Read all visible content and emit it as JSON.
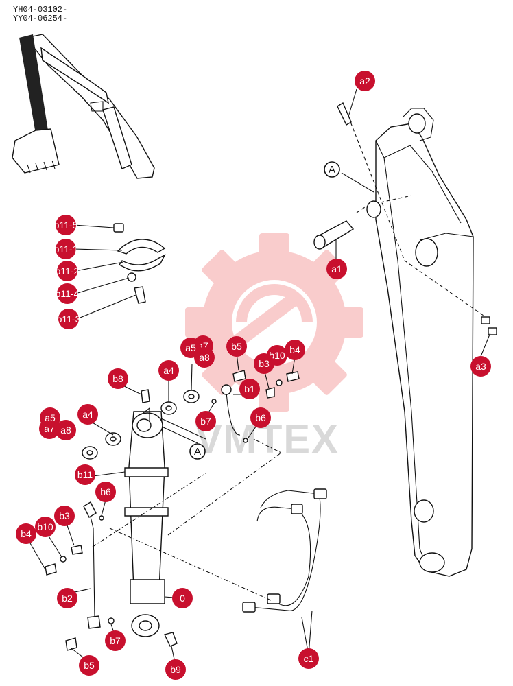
{
  "serials": [
    "YH04-03102-",
    "YY04-06254-"
  ],
  "watermark": {
    "text": "VMTEX",
    "color": "#f5a3a3"
  },
  "colors": {
    "badge": "#c8102e",
    "badge_text": "#ffffff",
    "line": "#111111"
  },
  "ref_labels": [
    {
      "id": "ref-a-top",
      "text": "A"
    },
    {
      "id": "ref-a-cyl",
      "text": "A"
    }
  ],
  "badges": [
    {
      "id": "a2",
      "text": "a2"
    },
    {
      "id": "a1",
      "text": "a1"
    },
    {
      "id": "a3",
      "text": "a3"
    },
    {
      "id": "b11-5",
      "text": "b11-5"
    },
    {
      "id": "b11-1",
      "text": "b11-1"
    },
    {
      "id": "b11-2",
      "text": "b11-2"
    },
    {
      "id": "b11-4",
      "text": "b11-4"
    },
    {
      "id": "b11-3",
      "text": "b11-3"
    },
    {
      "id": "a7-top",
      "text": "a7"
    },
    {
      "id": "a8-top",
      "text": "a8"
    },
    {
      "id": "a5-top",
      "text": "a5"
    },
    {
      "id": "b5-top",
      "text": "b5"
    },
    {
      "id": "b10-top",
      "text": "b10"
    },
    {
      "id": "b4-top",
      "text": "b4"
    },
    {
      "id": "b3-top",
      "text": "b3"
    },
    {
      "id": "a4-top",
      "text": "a4"
    },
    {
      "id": "b8",
      "text": "b8"
    },
    {
      "id": "b1",
      "text": "b1"
    },
    {
      "id": "b7-top",
      "text": "b7"
    },
    {
      "id": "b6-top",
      "text": "b6"
    },
    {
      "id": "a7-left",
      "text": "a7"
    },
    {
      "id": "a8-left",
      "text": "a8"
    },
    {
      "id": "a5-left",
      "text": "a5"
    },
    {
      "id": "a4-left",
      "text": "a4"
    },
    {
      "id": "b11",
      "text": "b11"
    },
    {
      "id": "b6-mid",
      "text": "b6"
    },
    {
      "id": "b10-mid",
      "text": "b10"
    },
    {
      "id": "b3-mid",
      "text": "b3"
    },
    {
      "id": "b4-mid",
      "text": "b4"
    },
    {
      "id": "b2",
      "text": "b2"
    },
    {
      "id": "zero",
      "text": "0"
    },
    {
      "id": "b7-bottom",
      "text": "b7"
    },
    {
      "id": "b5-bottom",
      "text": "b5"
    },
    {
      "id": "b9",
      "text": "b9"
    },
    {
      "id": "c1",
      "text": "c1"
    }
  ]
}
